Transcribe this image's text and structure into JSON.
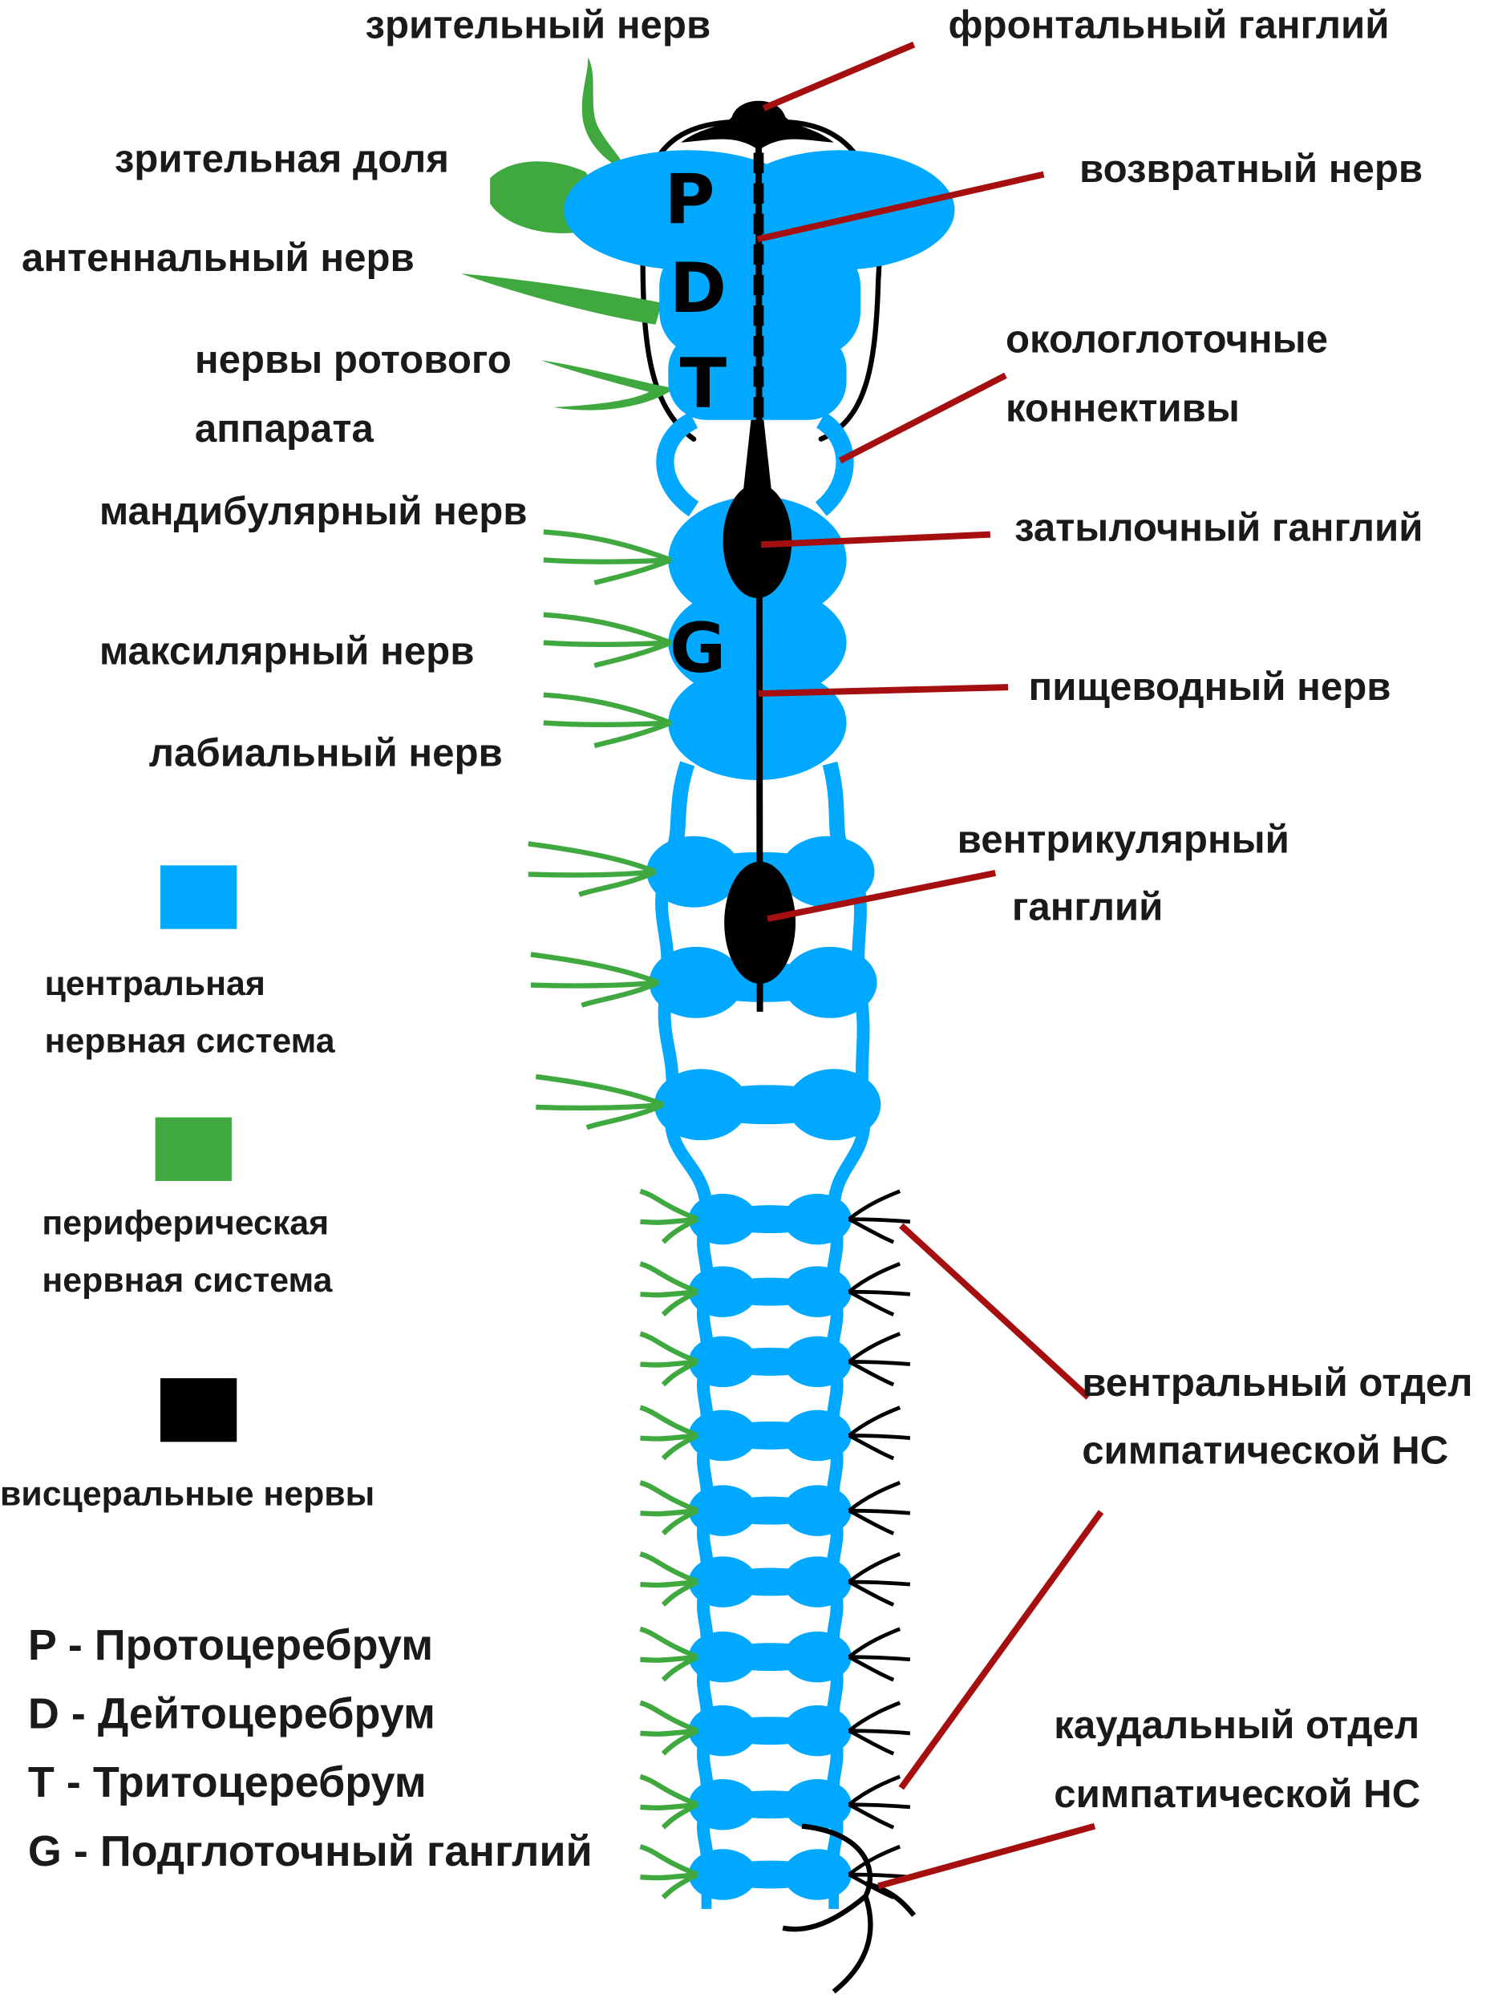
{
  "colors": {
    "cns": "#00a8ff",
    "pns": "#3fa83f",
    "visceral": "#000000",
    "leader": "#a50f0f"
  },
  "labels": {
    "optic_nerve": "зрительный нерв",
    "frontal_ganglion": "фронтальный ганглий",
    "optic_lobe": "зрительная доля",
    "recurrent_nerve": "возвратный нерв",
    "antennal_nerve": "антеннальный нерв",
    "mouthpart_nerves_1": "нервы ротового",
    "mouthpart_nerves_2": "аппарата",
    "circumesophageal_1": "окологлоточные",
    "circumesophageal_2": "коннективы",
    "mandibular_nerve": "мандибулярный нерв",
    "occipital_ganglion": "затылочный ганглий",
    "maxillary_nerve": "максилярный нерв",
    "esophageal_nerve": "пищеводный нерв",
    "labial_nerve": "лабиальный нерв",
    "ventricular_1": "вентрикулярный",
    "ventricular_2": "ганглий",
    "ventral_sympathetic_1": "вентральный отдел",
    "ventral_sympathetic_2": "симпатической НС",
    "caudal_sympathetic_1": "каудальный отдел",
    "caudal_sympathetic_2": "симпатической НС"
  },
  "brain_letters": {
    "p": "P",
    "d": "D",
    "t": "T",
    "g": "G"
  },
  "legend": {
    "cns_1": "центральная",
    "cns_2": "нервная система",
    "pns_1": "периферическая",
    "pns_2": "нервная система",
    "visceral": "висцеральные нервы"
  },
  "abbreviations": [
    "P - Протоцеребрум",
    "D - Дейтоцеребрум",
    "T - Тритоцеребрум",
    "G - Подглоточный ганглий"
  ]
}
